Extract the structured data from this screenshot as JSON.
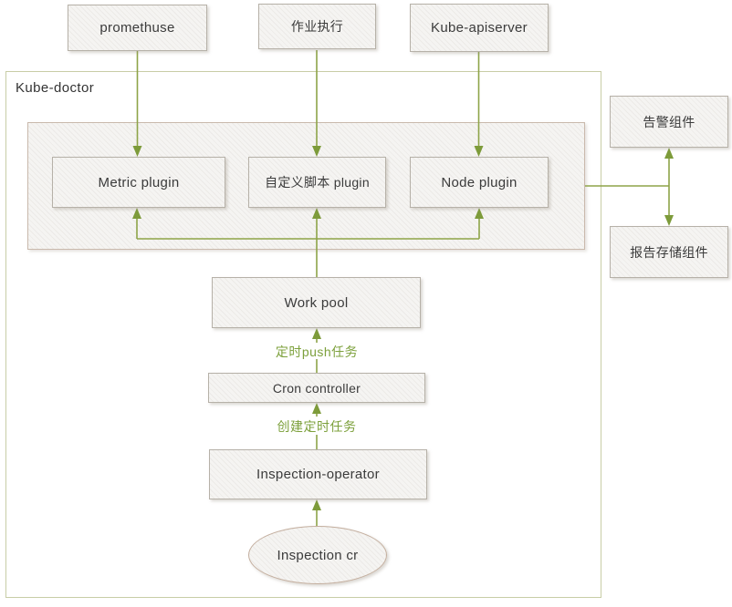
{
  "diagram": {
    "title": "Kube-doctor",
    "nodes": {
      "promethuse": {
        "label": "promethuse"
      },
      "job_exec": {
        "label": "作业执行"
      },
      "kube_apiserver": {
        "label": "Kube-apiserver"
      },
      "metric_plugin": {
        "label": "Metric plugin"
      },
      "custom_script_plugin": {
        "label": "自定义脚本 plugin"
      },
      "node_plugin": {
        "label": "Node plugin"
      },
      "work_pool": {
        "label": "Work pool"
      },
      "cron_controller": {
        "label": "Cron controller"
      },
      "inspection_operator": {
        "label": "Inspection-operator"
      },
      "inspection_cr": {
        "label": "Inspection cr"
      },
      "alert_component": {
        "label": "告警组件"
      },
      "report_storage_component": {
        "label": "报告存储组件"
      }
    },
    "edge_labels": {
      "push_task": "定时push任务",
      "create_task": "创建定时任务"
    },
    "colors": {
      "edge_line": "#8ea448",
      "edge_arrow": "#7d9b3a",
      "label_green": "#7ca03b",
      "text": "#3b3b3b",
      "box_border": "#b6b1a8",
      "inner_border": "#c9b9ac",
      "outer_border": "#c8cda6",
      "ellipse_border": "#c3ae9e"
    }
  }
}
